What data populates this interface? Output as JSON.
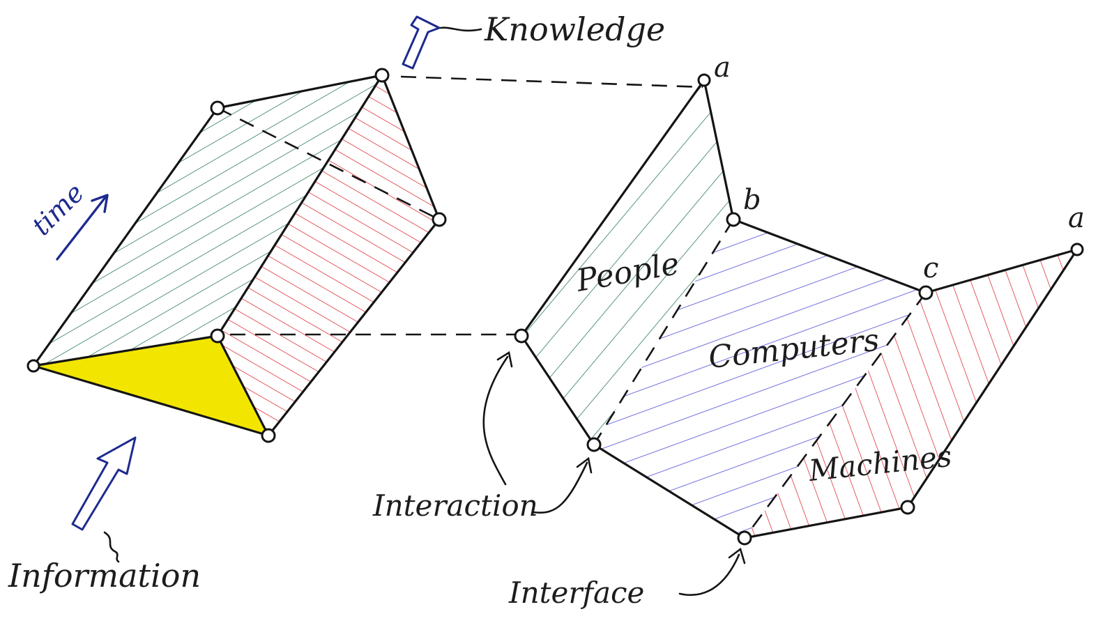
{
  "labels": {
    "knowledge": "Knowledge",
    "time": "time",
    "information": "Information",
    "people": "People",
    "computers": "Computers",
    "machines": "Machines",
    "interaction": "Interaction",
    "interface": "Interface",
    "vertex_a_top": "a",
    "vertex_b": "b",
    "vertex_c": "c",
    "vertex_a_right": "a"
  },
  "colors": {
    "people_hatch": "#2f7a5a",
    "computers_hatch": "#4b4bd8",
    "machines_hatch": "#e0303a",
    "information_face": "#f2e600",
    "arrow_blue": "#1d2a8f"
  }
}
